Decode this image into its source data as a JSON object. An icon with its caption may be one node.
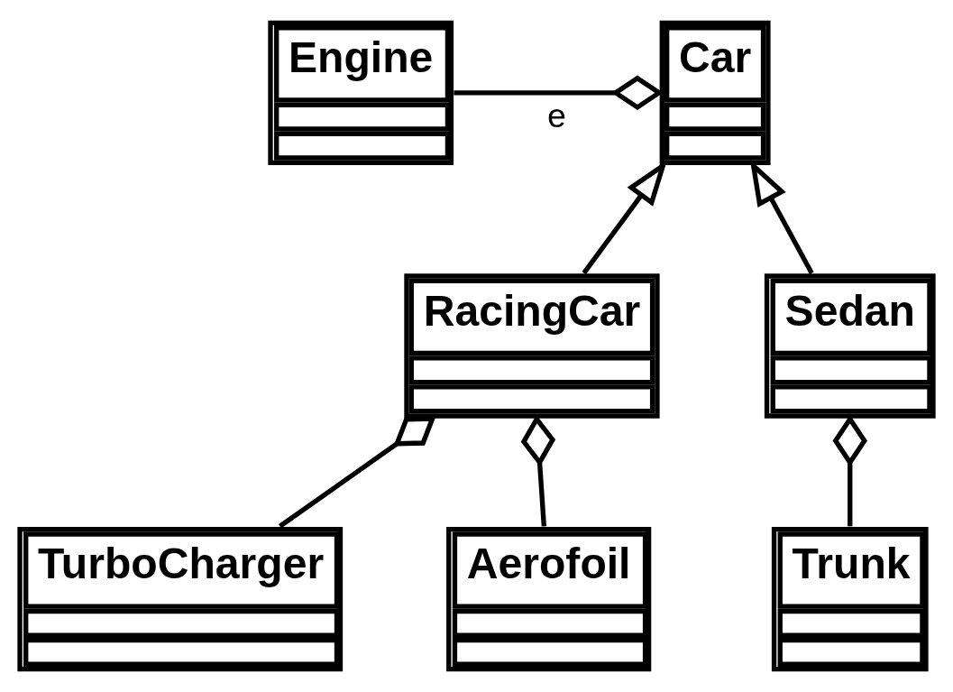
{
  "diagram": {
    "nodes": [
      {
        "text": [
          "Car"
        ]
      },
      {
        "text": [
          "Engine"
        ]
      },
      {
        "text": [
          "RacingCar"
        ]
      },
      {
        "text": [
          "Sedan"
        ]
      },
      {
        "text": [
          "TurboCharger"
        ]
      },
      {
        "text": [
          "Aerofoil"
        ]
      },
      {
        "text": [
          "Trunk"
        ]
      }
    ],
    "edges": [
      {
        "from": 1,
        "to": 0,
        "arrow": "other",
        "label": "e"
      },
      {
        "from": 2,
        "to": 0,
        "arrow": "to"
      },
      {
        "from": 3,
        "to": 0,
        "arrow": "to"
      },
      {
        "from": 4,
        "to": 2,
        "arrow": "other"
      },
      {
        "from": 5,
        "to": 2,
        "arrow": "other"
      },
      {
        "from": 6,
        "to": 3,
        "arrow": "other"
      }
    ]
  }
}
